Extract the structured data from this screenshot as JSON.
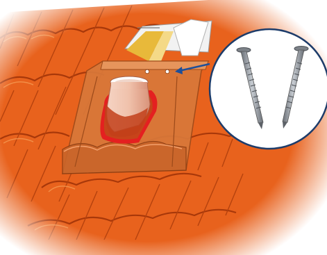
{
  "illustration": {
    "subject": "roof-tile-vent-flashing-with-nails",
    "items": [
      {
        "name": "roof-tiles"
      },
      {
        "name": "vent-pipe-outlet"
      },
      {
        "name": "flashing-tile-panel"
      },
      {
        "name": "red-seal-ring"
      },
      {
        "name": "nail-holes",
        "count": 2
      },
      {
        "name": "callout-arrow"
      },
      {
        "name": "nails-magnifier",
        "nail_count": 2
      }
    ]
  },
  "colors": {
    "tile": "#e8621d",
    "tile_shadow": "#a8380a",
    "tile_highlight": "#f59a52",
    "flashing": "#d8783a",
    "seal": "#e42020",
    "pipe": "#f0c2ac",
    "circle_border": "#1d3c6a",
    "arrow": "#1d4f9a",
    "nail": "#8a8f96"
  }
}
